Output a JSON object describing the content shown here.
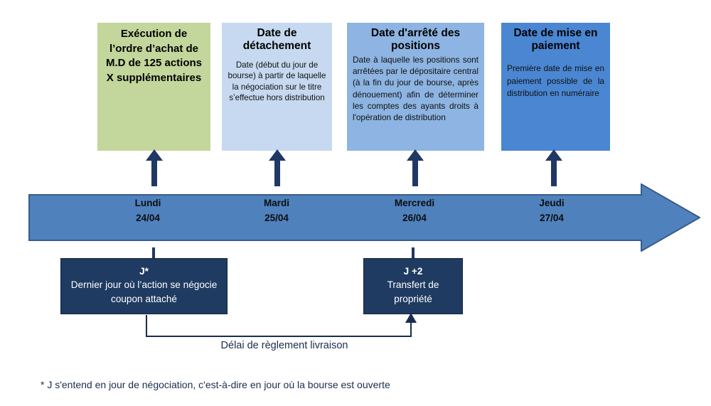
{
  "colors": {
    "green": "#C3D69B",
    "light_blue": "#C6D9F0",
    "mid_blue": "#8DB4E2",
    "strong_blue": "#4A86D2",
    "timeline_band": "#4F81BD",
    "timeline_border": "#385D8A",
    "navy": "#1F3B61",
    "arrow_navy": "#203864",
    "text_dark": "#1a2d4d"
  },
  "top_boxes": [
    {
      "id": "execution",
      "title": "Exécution de l’ordre d’achat de M.D de 125 actions X supplémentaires",
      "body": "",
      "color": "#C3D69B"
    },
    {
      "id": "detachement",
      "title": "Date de détachement",
      "body": "Date (début du jour de bourse) à partir de laquelle la négociation sur le titre s’effectue hors distribution",
      "color": "#C6D9F0"
    },
    {
      "id": "arrete",
      "title": "Date d'arrêté des positions",
      "body": "Date à laquelle les positions sont arrêtées par le dépositaire central (à la fin du jour de bourse, après dénouement) afin de déterminer les comptes des ayants droits à l'opération de distribution",
      "color": "#8DB4E2"
    },
    {
      "id": "paiement",
      "title": "Date de mise en paiement",
      "body": "Première date de mise en paiement possible de la distribution en numéraire",
      "color": "#4A86D2"
    }
  ],
  "timeline": {
    "days": [
      {
        "name": "Lundi",
        "date": "24/04"
      },
      {
        "name": "Mardi",
        "date": "25/04"
      },
      {
        "name": "Mercredi",
        "date": "26/04"
      },
      {
        "name": "Jeudi",
        "date": "27/04"
      }
    ]
  },
  "bottom_boxes": [
    {
      "id": "j",
      "lead": "J*",
      "text": "Dernier jour où l’action se négocie coupon attaché"
    },
    {
      "id": "j2",
      "lead": "J +2",
      "text": "Transfert de propriété"
    }
  ],
  "bracket_label": "Délai de règlement livraison",
  "footnote": "* J s'entend en jour de négociation, c'est-à-dire en jour où la bourse est ouverte"
}
